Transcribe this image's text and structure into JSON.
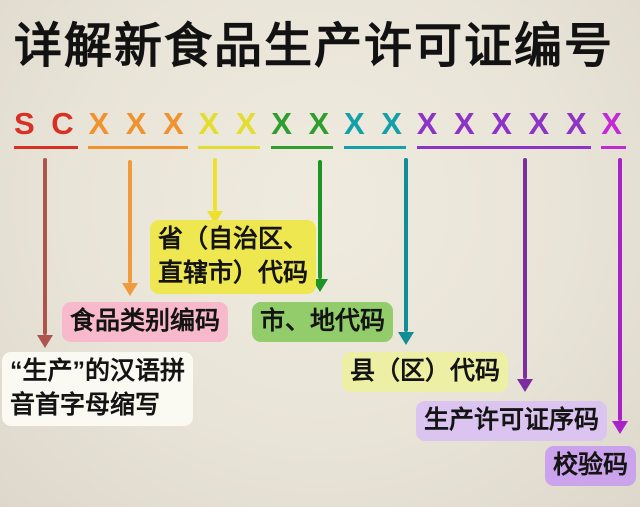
{
  "title": "详解新食品生产许可证编号",
  "segments": [
    {
      "letters": "S C",
      "letters_color": "#d93025",
      "arrow_color": "#ad554c",
      "label": "“生产”的汉语拼\n音首字母缩写",
      "label_bg": "#fbfaf2"
    },
    {
      "letters": "X X X",
      "letters_color": "#f0922f",
      "arrow_color": "#ef9a3d",
      "label": "食品类别编码",
      "label_bg": "#f7b9cb"
    },
    {
      "letters": "X X",
      "letters_color": "#e3dd30",
      "arrow_color": "#ece22e",
      "label": "省（自治区、\n直辖市）代码",
      "label_bg": "#efe74f"
    },
    {
      "letters": "X X",
      "letters_color": "#2f9e2f",
      "arrow_color": "#1d9423",
      "label": "市、地代码",
      "label_bg": "#93cd6b"
    },
    {
      "letters": "X X",
      "letters_color": "#13a0a8",
      "arrow_color": "#108d96",
      "label": "县（区）代码",
      "label_bg": "#edf0a4"
    },
    {
      "letters": "X X X X X",
      "letters_color": "#8d33c5",
      "arrow_color": "#7c2d9f",
      "label": "生产许可证序码",
      "label_bg": "#dbc4f0"
    },
    {
      "letters": "X",
      "letters_color": "#c32ad4",
      "arrow_color": "#a922c9",
      "label": "校验码",
      "label_bg": "#caa3ec"
    }
  ]
}
